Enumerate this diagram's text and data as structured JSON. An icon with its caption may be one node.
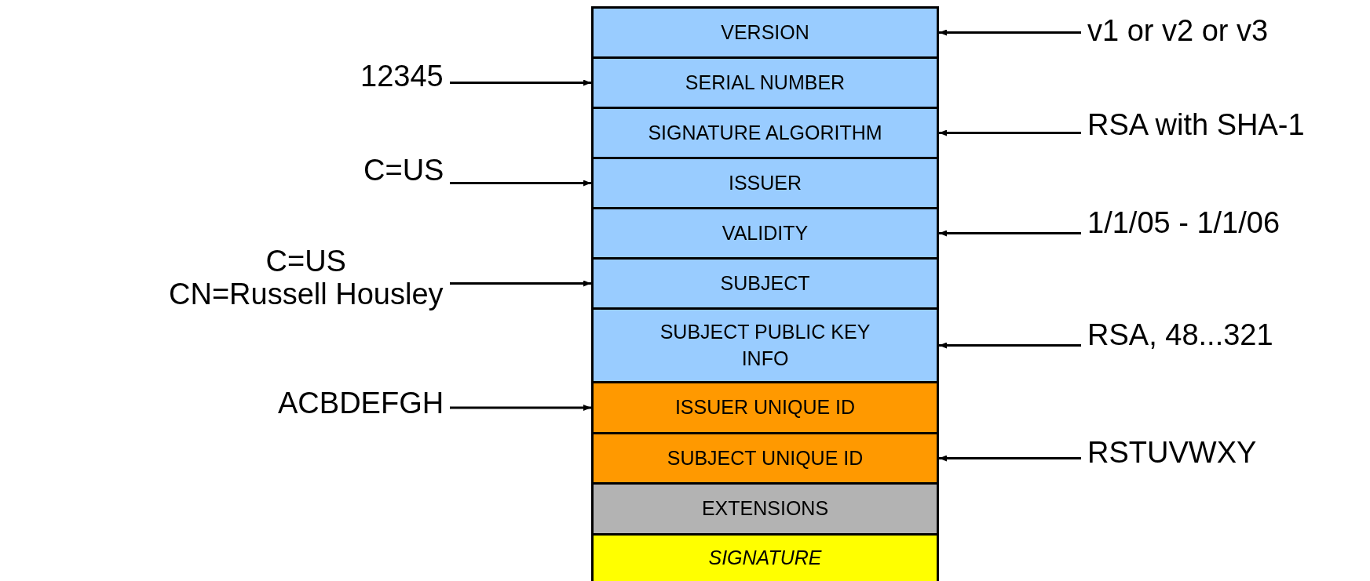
{
  "diagram": {
    "nodes": [
      {
        "text": [
          "VERSION"
        ]
      },
      {
        "text": [
          "SERIAL NUMBER"
        ]
      },
      {
        "text": [
          "SIGNATURE ALGORITHM"
        ]
      },
      {
        "text": [
          "ISSUER"
        ]
      },
      {
        "text": [
          "VALIDITY"
        ]
      },
      {
        "text": [
          "SUBJECT"
        ]
      },
      {
        "text": [
          "SUBJECT PUBLIC KEY INFO"
        ]
      },
      {
        "text": [
          "ISSUER  UNIQUE ID"
        ]
      },
      {
        "text": [
          "SUBJECT UNIQUE ID"
        ]
      },
      {
        "text": [
          "EXTENSIONS"
        ]
      },
      {
        "text": [
          "SIGNATURE"
        ]
      },
      {
        "text": [
          "v1 or v2 or v3"
        ]
      },
      {
        "text": [
          "12345"
        ]
      },
      {
        "text": [
          "RSA with SHA-1"
        ]
      },
      {
        "text": [
          "C=US"
        ]
      },
      {
        "text": [
          "1/1/05 - 1/1/06"
        ]
      },
      {
        "text": [
          "C=US",
          "CN=Russell Housley"
        ]
      },
      {
        "text": [
          "RSA, 48...321"
        ]
      },
      {
        "text": [
          "ACBDEFGH"
        ]
      },
      {
        "text": [
          "RSTUVWXY"
        ]
      }
    ],
    "edges": [
      {
        "from": 11,
        "to": 0,
        "arrow": "to"
      },
      {
        "from": 12,
        "to": 1,
        "arrow": "to"
      },
      {
        "from": 13,
        "to": 2,
        "arrow": "to"
      },
      {
        "from": 14,
        "to": 3,
        "arrow": "to"
      },
      {
        "from": 15,
        "to": 4,
        "arrow": "to"
      },
      {
        "from": 16,
        "to": 5,
        "arrow": "to"
      },
      {
        "from": 17,
        "to": 6,
        "arrow": "to"
      },
      {
        "from": 18,
        "to": 7,
        "arrow": "to"
      },
      {
        "from": 19,
        "to": 8,
        "arrow": "to"
      }
    ]
  }
}
